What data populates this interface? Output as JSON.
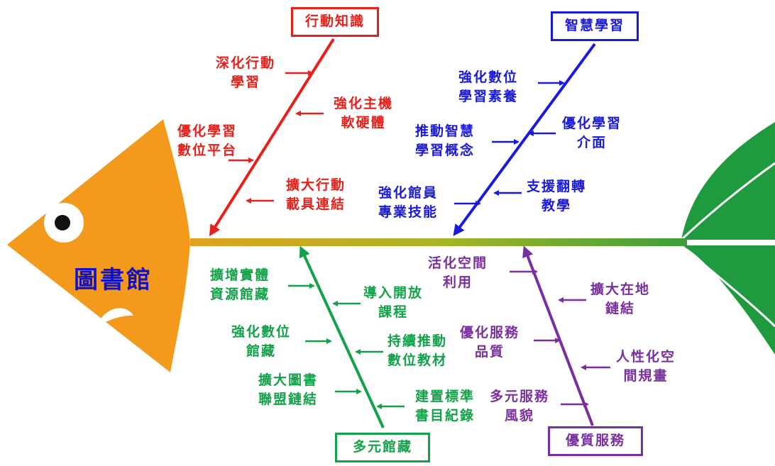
{
  "head": {
    "label": "圖書館"
  },
  "categories": {
    "top_left": "行動知識",
    "top_right": "智慧學習",
    "bottom_left": "多元館藏",
    "bottom_right": "優質服務"
  },
  "causes": {
    "red": [
      {
        "line1": "深化行動",
        "line2": "學習"
      },
      {
        "line1": "強化主機",
        "line2": "軟硬體"
      },
      {
        "line1": "優化學習",
        "line2": "數位平台"
      },
      {
        "line1": "擴大行動",
        "line2": "載具連結"
      }
    ],
    "blue": [
      {
        "line1": "強化數位",
        "line2": "學習素養"
      },
      {
        "line1": "推動智慧",
        "line2": "學習概念"
      },
      {
        "line1": "優化學習",
        "line2": "介面"
      },
      {
        "line1": "強化館員",
        "line2": "專業技能"
      },
      {
        "line1": "支援翻轉",
        "line2": "教學"
      }
    ],
    "green": [
      {
        "line1": "擴增實體",
        "line2": "資源館藏"
      },
      {
        "line1": "導入開放",
        "line2": "課程"
      },
      {
        "line1": "強化數位",
        "line2": "館藏"
      },
      {
        "line1": "持續推動",
        "line2": "數位教材"
      },
      {
        "line1": "擴大圖書",
        "line2": "聯盟鏈結"
      },
      {
        "line1": "建置標準",
        "line2": "書目紀錄"
      }
    ],
    "purple": [
      {
        "line1": "活化空間",
        "line2": "利用"
      },
      {
        "line1": "擴大在地",
        "line2": "鏈結"
      },
      {
        "line1": "優化服務",
        "line2": "品質"
      },
      {
        "line1": "人性化空",
        "line2": "間規畫"
      },
      {
        "line1": "多元服務",
        "line2": "風貌"
      }
    ]
  },
  "colors": {
    "red": "#e8201a",
    "blue": "#1a1adf",
    "green": "#13a24a",
    "purple": "#7a2fa0",
    "fish_head": "#f39a1d",
    "fish_tail": "#1f9a3e"
  }
}
